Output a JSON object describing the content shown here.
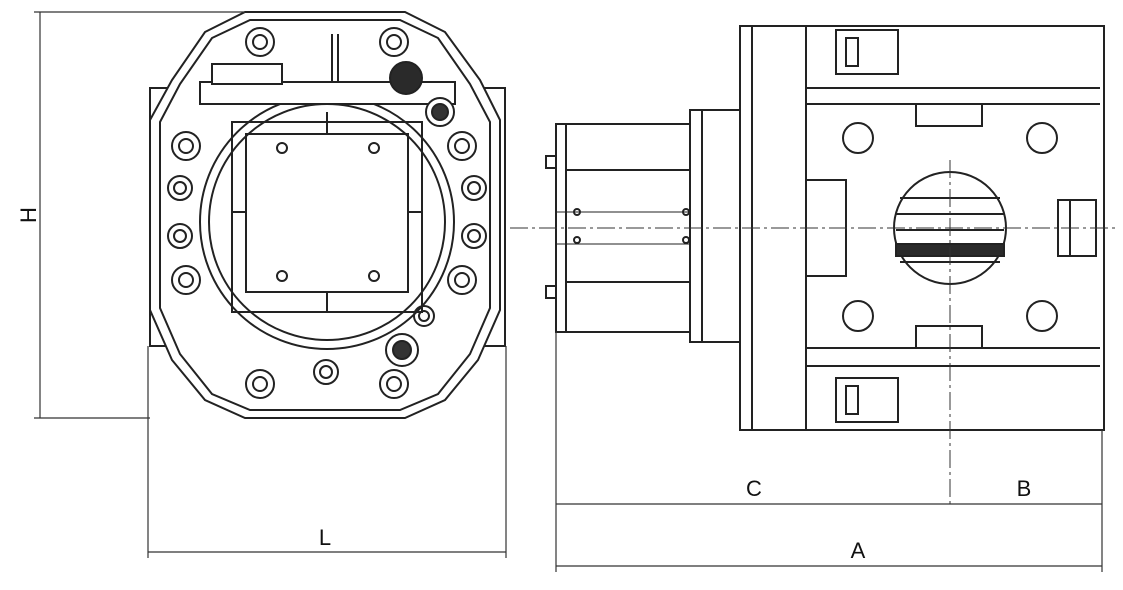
{
  "dimensions": {
    "height_label": "H",
    "length_label": "L",
    "a_label": "A",
    "b_label": "B",
    "c_label": "C"
  },
  "colors": {
    "line": "#222222",
    "dim_line": "#333333",
    "fill": "#ffffff",
    "dark": "#2a2a2a"
  }
}
